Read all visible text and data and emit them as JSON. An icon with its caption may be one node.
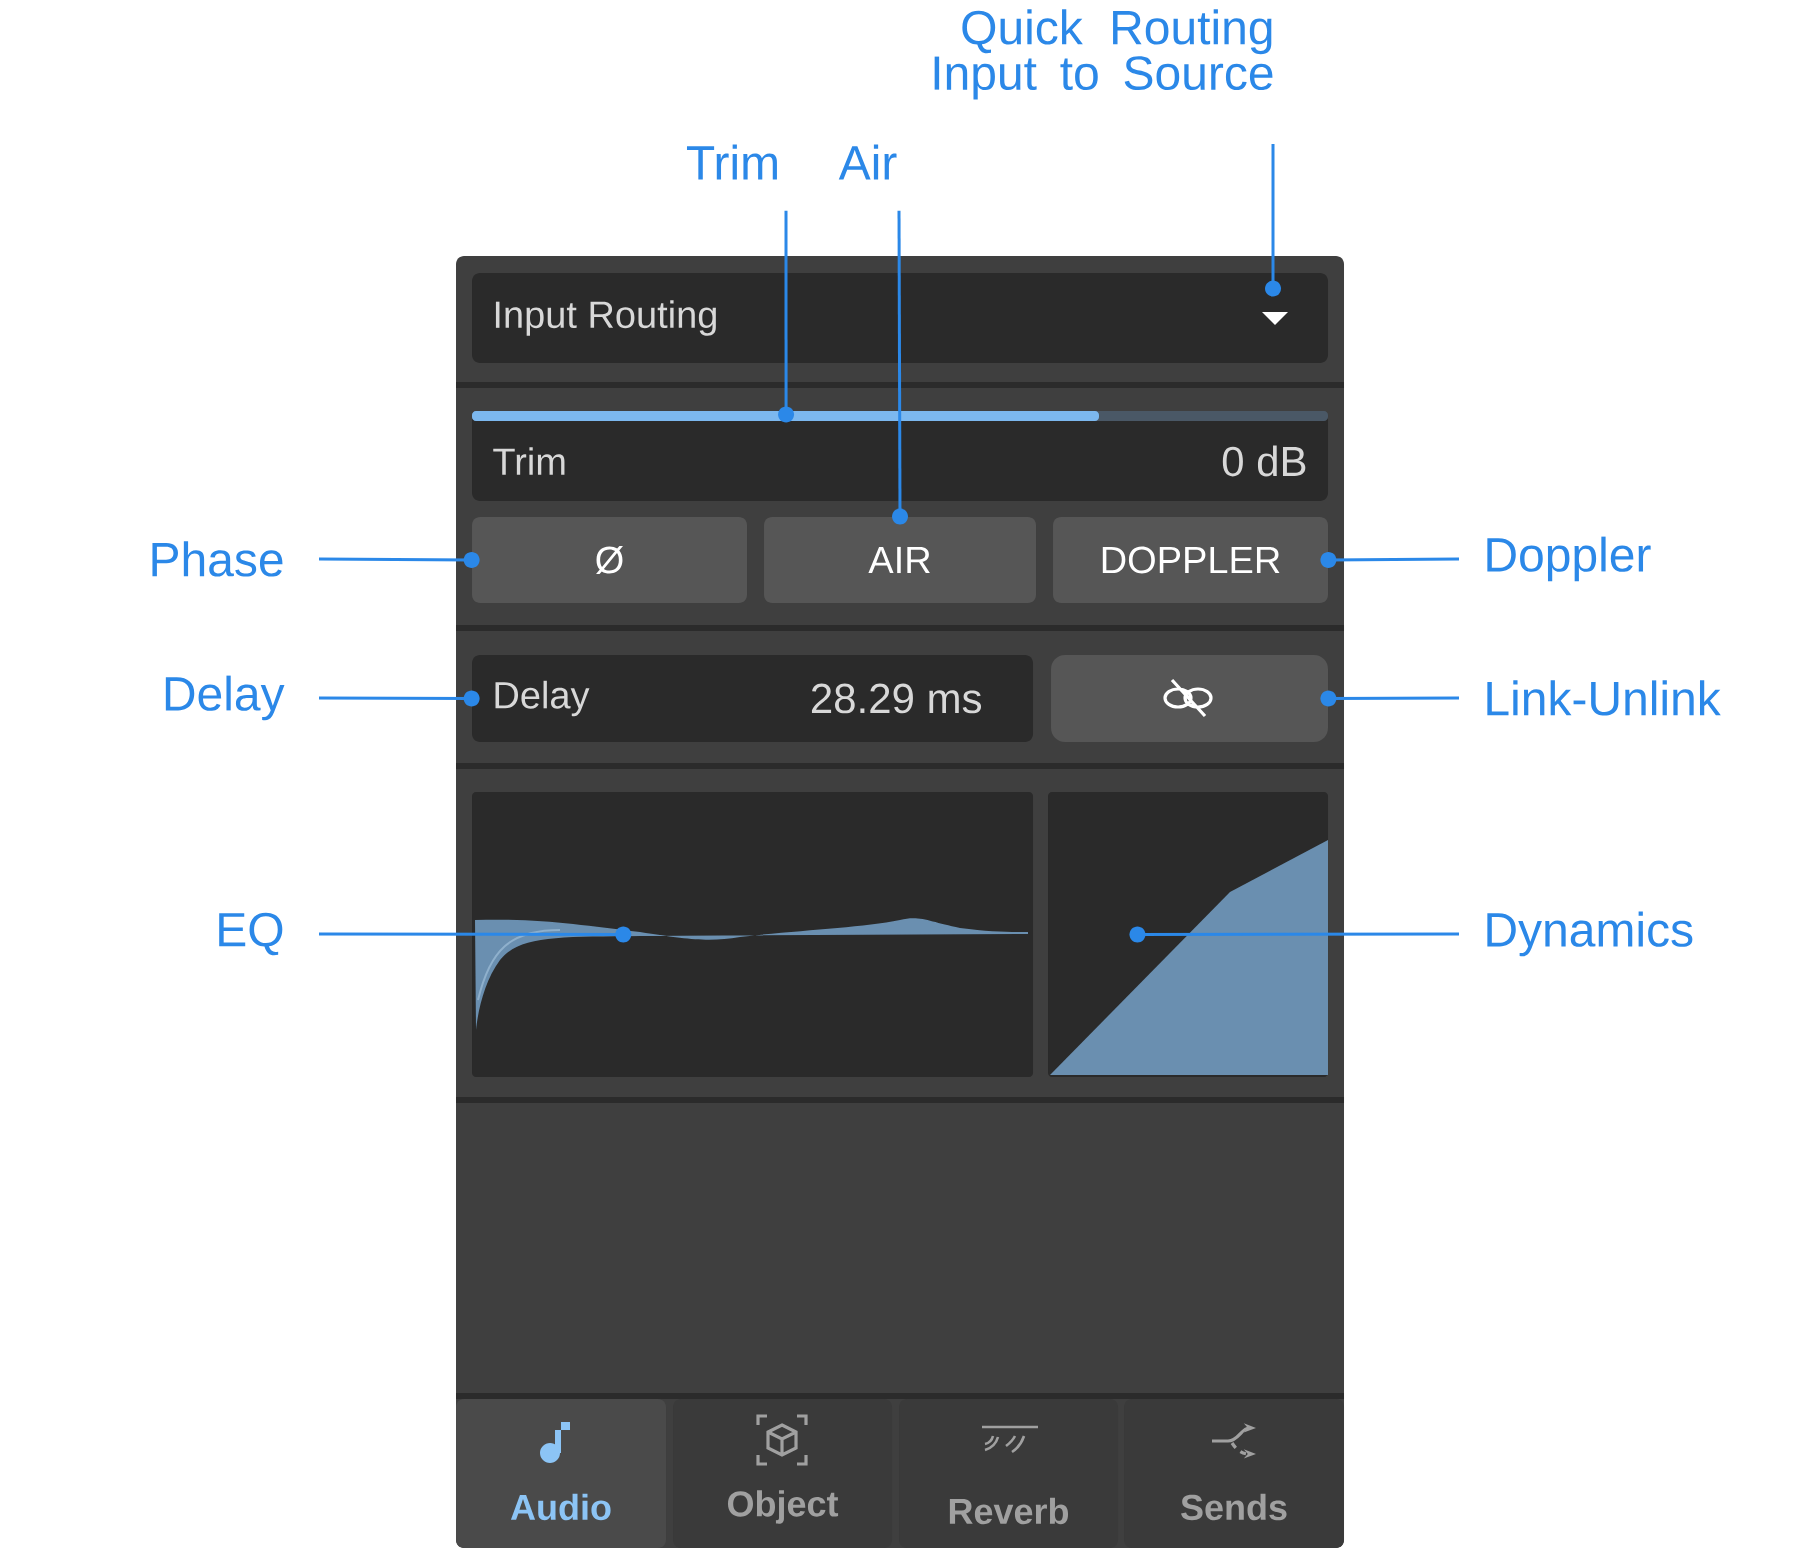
{
  "diagram": {
    "nodes": [
      {
        "text": [
          "Quick Routing Input to Source"
        ]
      },
      {
        "text": [
          "Trim"
        ]
      },
      {
        "text": [
          "Air"
        ]
      },
      {
        "text": [
          "Phase"
        ]
      },
      {
        "text": [
          "Delay"
        ]
      },
      {
        "text": [
          "EQ"
        ]
      },
      {
        "text": [
          "Doppler"
        ]
      },
      {
        "text": [
          "Link-Unlink"
        ]
      },
      {
        "text": [
          "Dynamics"
        ]
      },
      {
        "text": [
          "Input Routing"
        ]
      },
      {
        "text": [
          "Trim",
          "0 dB"
        ]
      },
      {
        "text": [
          "Ø"
        ]
      },
      {
        "text": [
          "AIR"
        ]
      },
      {
        "text": [
          "DOPPLER"
        ]
      },
      {
        "text": [
          "Delay",
          "28.29 ms"
        ]
      },
      {
        "text": [],
        "shape": "box"
      },
      {
        "text": [],
        "shape": "picture"
      },
      {
        "text": [],
        "shape": "picture"
      },
      {
        "text": [
          "Audio"
        ]
      },
      {
        "text": [
          "Object"
        ]
      },
      {
        "text": [
          "Reverb"
        ]
      },
      {
        "text": [
          "Sends"
        ]
      }
    ],
    "edges": [
      {
        "from": 0,
        "to": 9,
        "arrow": "other"
      },
      {
        "from": 1,
        "to": 10,
        "arrow": "other"
      },
      {
        "from": 2,
        "to": 12,
        "arrow": "other"
      },
      {
        "from": 3,
        "to": 11,
        "arrow": "other"
      },
      {
        "from": 4,
        "to": 14,
        "arrow": "other"
      },
      {
        "from": 5,
        "to": 16,
        "arrow": "other"
      },
      {
        "from": 6,
        "to": 13,
        "arrow": "other"
      },
      {
        "from": 7,
        "to": 15,
        "arrow": "other"
      },
      {
        "from": 8,
        "to": 17,
        "arrow": "other"
      }
    ]
  }
}
